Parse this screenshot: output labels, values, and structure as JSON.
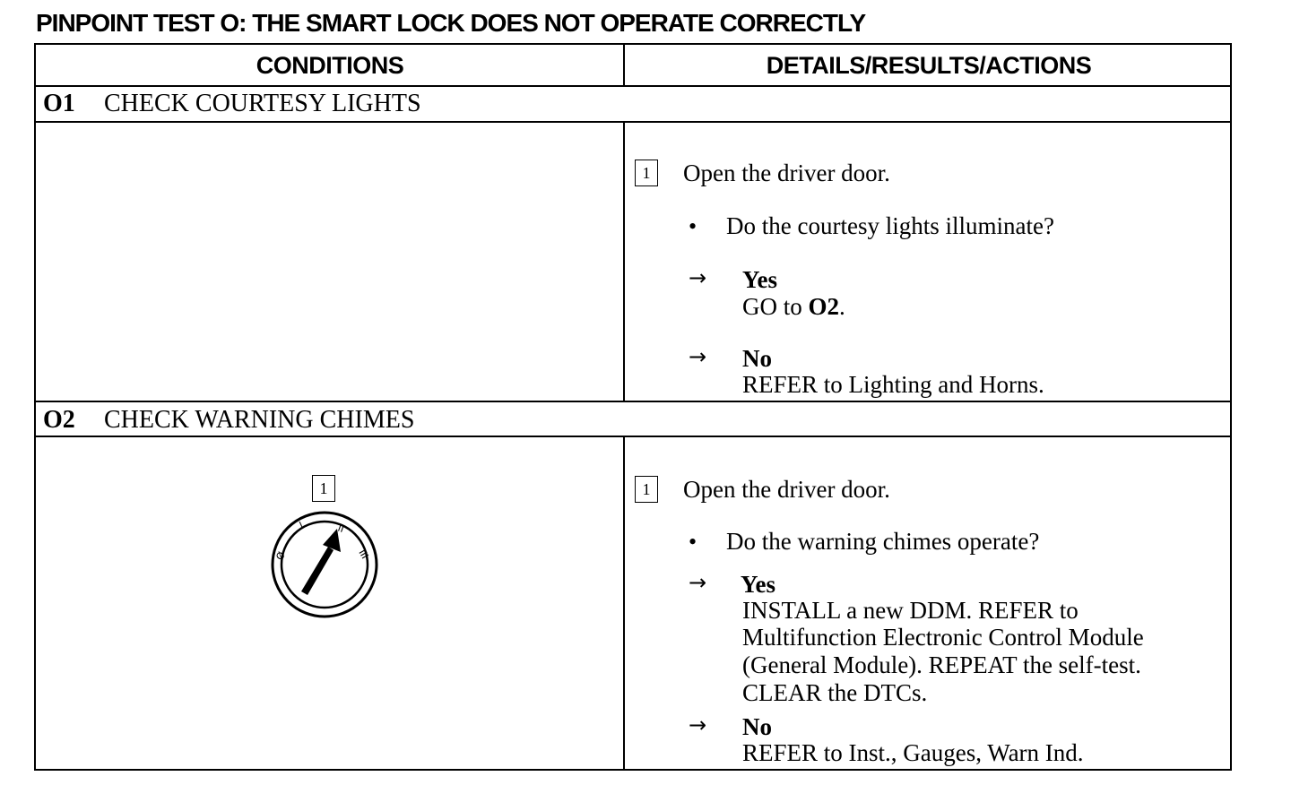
{
  "title": "PINPOINT TEST O:  THE SMART LOCK DOES NOT OPERATE CORRECTLY",
  "columns": {
    "conditions": "CONDITIONS",
    "details": "DETAILS/RESULTS/ACTIONS"
  },
  "sections": [
    {
      "code": "O1",
      "heading": "CHECK COURTESY LIGHTS",
      "step_number": "1",
      "step_text": "Open the driver door.",
      "question": "Do the courtesy lights illuminate?",
      "yes_label": "Yes",
      "yes_text_prefix": "GO to ",
      "yes_text_bold": "O2",
      "yes_text_suffix": ".",
      "no_label": "No",
      "no_text": "REFER to Lighting and Horns."
    },
    {
      "code": "O2",
      "heading": "CHECK WARNING CHIMES",
      "figure_step_number": "1",
      "figure_icon": "ignition-switch-icon",
      "figure_labels": [
        "Ø",
        "I",
        "II",
        "III"
      ],
      "step_number": "1",
      "step_text": "Open the driver door.",
      "question": "Do the warning chimes operate?",
      "yes_label": "Yes",
      "yes_lines": [
        "INSTALL a new DDM. REFER to",
        "Multifunction Electronic Control Module",
        "(General Module). REPEAT the self-test.",
        "CLEAR the DTCs."
      ],
      "no_label": "No",
      "no_text": "REFER to Inst., Gauges, Warn Ind."
    }
  ],
  "symbols": {
    "bullet": "•",
    "arrow": "→"
  }
}
